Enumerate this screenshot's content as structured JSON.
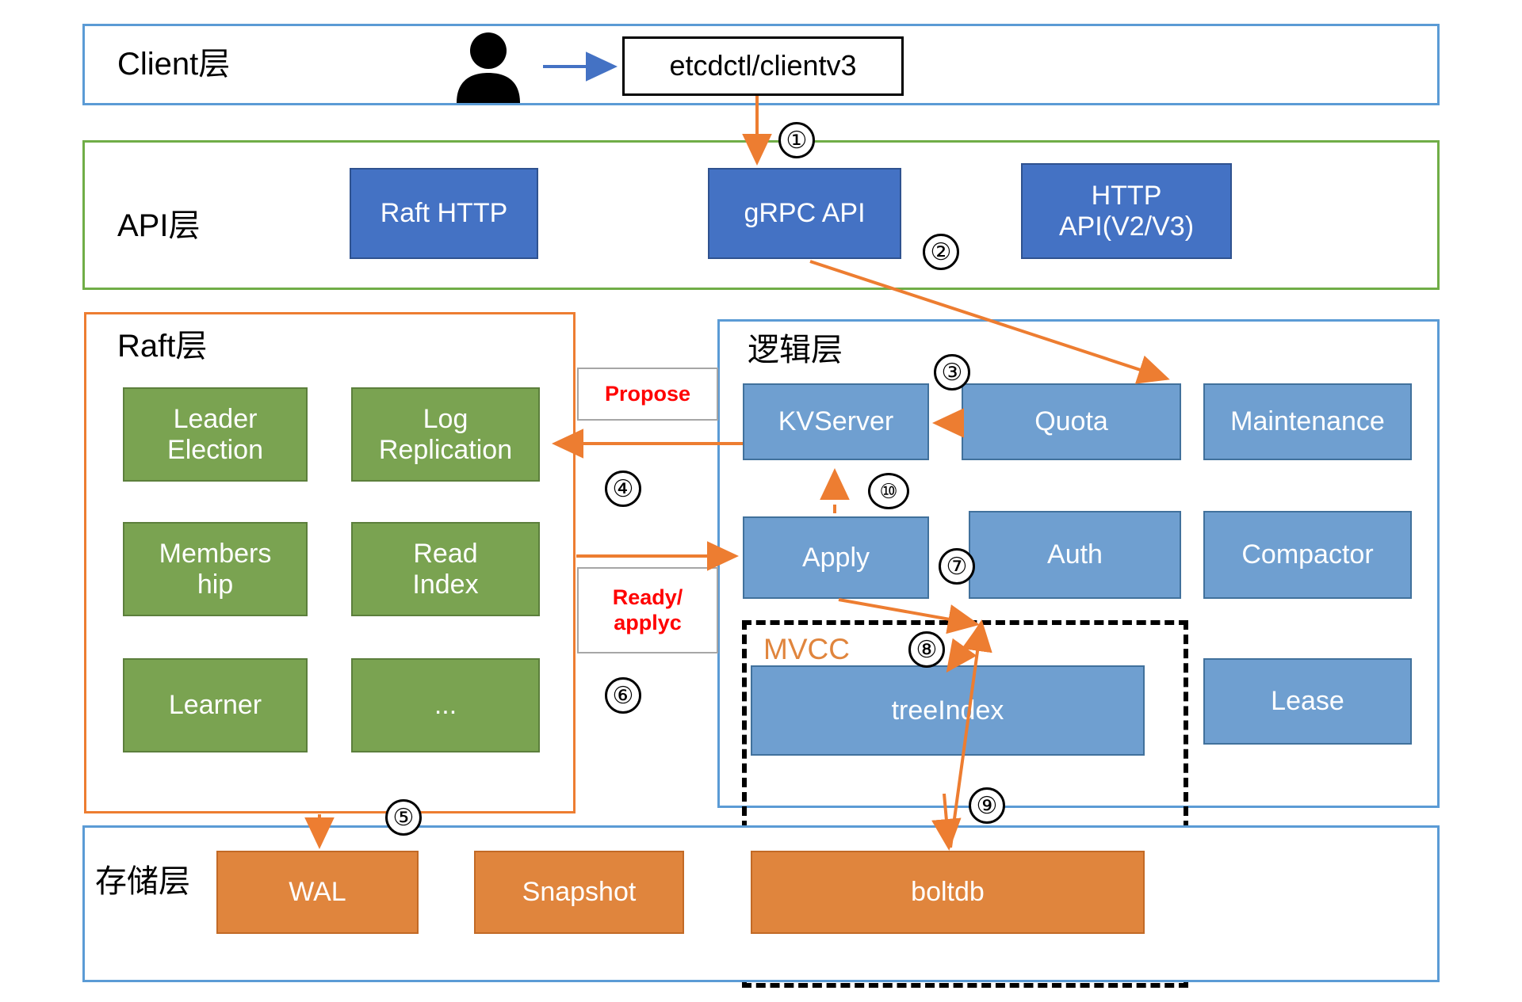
{
  "diagram": {
    "title": "etcd architecture layered diagram",
    "colors": {
      "client_border": "#5b9bd5",
      "api_border": "#70ad47",
      "raft_border": "#ed7d31",
      "logic_border": "#5b9bd5",
      "storage_border": "#5b9bd5",
      "node_blue_dark": "#4472c4",
      "node_blue_light": "#6f9fd0",
      "node_green": "#7aa351",
      "node_orange": "#e0853d",
      "arrow_orange": "#ed7d31",
      "arrow_blue": "#4472c4",
      "tag_text_red": "#ff0000",
      "mvcc_orange": "#e0853d"
    },
    "layers": {
      "client": {
        "label": "Client层",
        "nodes": [
          {
            "id": "etcdctl",
            "label": "etcdctl/clientv3",
            "style": "white-box"
          }
        ],
        "icons": [
          {
            "id": "user",
            "name": "person-icon"
          }
        ]
      },
      "api": {
        "label": "API层",
        "nodes": [
          {
            "id": "raft-http",
            "label": "Raft HTTP",
            "style": "blue-dark"
          },
          {
            "id": "grpc-api",
            "label": "gRPC API",
            "style": "blue-dark"
          },
          {
            "id": "http-api",
            "label": "HTTP\nAPI(V2/V3)",
            "line1": "HTTP",
            "line2": "API(V2/V3)",
            "style": "blue-dark"
          }
        ]
      },
      "raft": {
        "label": "Raft层",
        "nodes": [
          {
            "id": "leader-election",
            "line1": "Leader",
            "line2": "Election",
            "style": "green"
          },
          {
            "id": "log-replication",
            "line1": "Log",
            "line2": "Replication",
            "style": "green"
          },
          {
            "id": "membership",
            "line1": "Members",
            "line2": "hip",
            "style": "green"
          },
          {
            "id": "read-index",
            "line1": "Read",
            "line2": "Index",
            "style": "green"
          },
          {
            "id": "learner",
            "line1": "Learner",
            "line2": "",
            "style": "green"
          },
          {
            "id": "etc",
            "line1": "...",
            "line2": "",
            "style": "green"
          }
        ]
      },
      "logic": {
        "label": "逻辑层",
        "nodes": [
          {
            "id": "kvserver",
            "label": "KVServer",
            "style": "blue-light"
          },
          {
            "id": "quota",
            "label": "Quota",
            "style": "blue-light"
          },
          {
            "id": "maintenance",
            "label": "Maintenance",
            "style": "blue-light"
          },
          {
            "id": "apply",
            "label": "Apply",
            "style": "blue-light"
          },
          {
            "id": "auth",
            "label": "Auth",
            "style": "blue-light"
          },
          {
            "id": "compactor",
            "label": "Compactor",
            "style": "blue-light"
          },
          {
            "id": "treeindex",
            "label": "treeIndex",
            "style": "blue-light"
          },
          {
            "id": "lease",
            "label": "Lease",
            "style": "blue-light"
          }
        ],
        "mvcc_label": "MVCC"
      },
      "storage": {
        "label": "存储层",
        "nodes": [
          {
            "id": "wal",
            "label": "WAL",
            "style": "orange"
          },
          {
            "id": "snapshot",
            "label": "Snapshot",
            "style": "orange"
          },
          {
            "id": "boltdb",
            "label": "boltdb",
            "style": "orange"
          }
        ]
      }
    },
    "annotations": [
      {
        "id": "propose",
        "line1": "Propose",
        "line2": ""
      },
      {
        "id": "ready-applyc",
        "line1": "Ready/",
        "line2": "applyc"
      }
    ],
    "steps": [
      {
        "id": "step-1",
        "label": "①"
      },
      {
        "id": "step-2",
        "label": "②"
      },
      {
        "id": "step-3",
        "label": "③"
      },
      {
        "id": "step-4",
        "label": "④"
      },
      {
        "id": "step-5",
        "label": "⑤"
      },
      {
        "id": "step-6",
        "label": "⑥"
      },
      {
        "id": "step-7",
        "label": "⑦"
      },
      {
        "id": "step-8",
        "label": "⑧"
      },
      {
        "id": "step-9",
        "label": "⑨"
      },
      {
        "id": "step-10",
        "label": "⑩"
      }
    ]
  }
}
